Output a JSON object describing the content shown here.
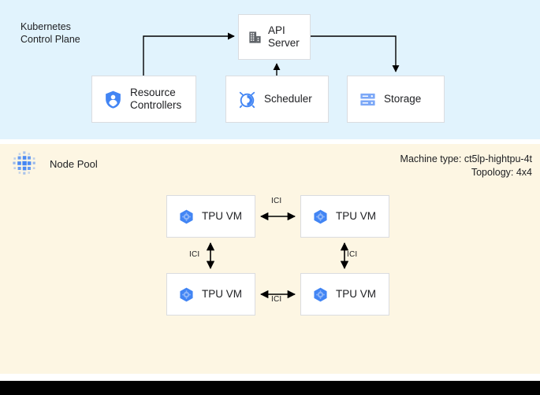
{
  "colors": {
    "control_plane_bg": "#e1f3fd",
    "node_pool_bg": "#fdf6e3",
    "box_bg": "#ffffff",
    "box_border": "#dadce0",
    "text": "#202124",
    "accent_blue": "#4285f4",
    "icon_gray": "#5f6368",
    "bottom_bar": "#000000"
  },
  "control_plane": {
    "title": "Kubernetes\nControl Plane",
    "boxes": [
      {
        "id": "api-server",
        "label": "API\nServer",
        "icon": "building-icon"
      },
      {
        "id": "resource-controllers",
        "label": "Resource\nControllers",
        "icon": "shield-person-icon"
      },
      {
        "id": "scheduler",
        "label": "Scheduler",
        "icon": "alarm-clock-icon"
      },
      {
        "id": "storage",
        "label": "Storage",
        "icon": "server-rack-icon"
      }
    ]
  },
  "node_pool": {
    "label": "Node Pool",
    "icon": "dot-matrix-icon",
    "machine_type": "Machine type: ct5lp-hightpu-4t",
    "topology": "Topology: 4x4",
    "vms": [
      {
        "id": "tpu-vm-0",
        "label": "TPU VM",
        "icon": "tpu-hexagon-icon"
      },
      {
        "id": "tpu-vm-1",
        "label": "TPU VM",
        "icon": "tpu-hexagon-icon"
      },
      {
        "id": "tpu-vm-2",
        "label": "TPU VM",
        "icon": "tpu-hexagon-icon"
      },
      {
        "id": "tpu-vm-3",
        "label": "TPU VM",
        "icon": "tpu-hexagon-icon"
      }
    ],
    "interconnects": [
      {
        "id": "ici-top",
        "label": "ICI"
      },
      {
        "id": "ici-left",
        "label": "ICI"
      },
      {
        "id": "ici-right",
        "label": "ICI"
      },
      {
        "id": "ici-bottom",
        "label": "ICI"
      }
    ]
  }
}
